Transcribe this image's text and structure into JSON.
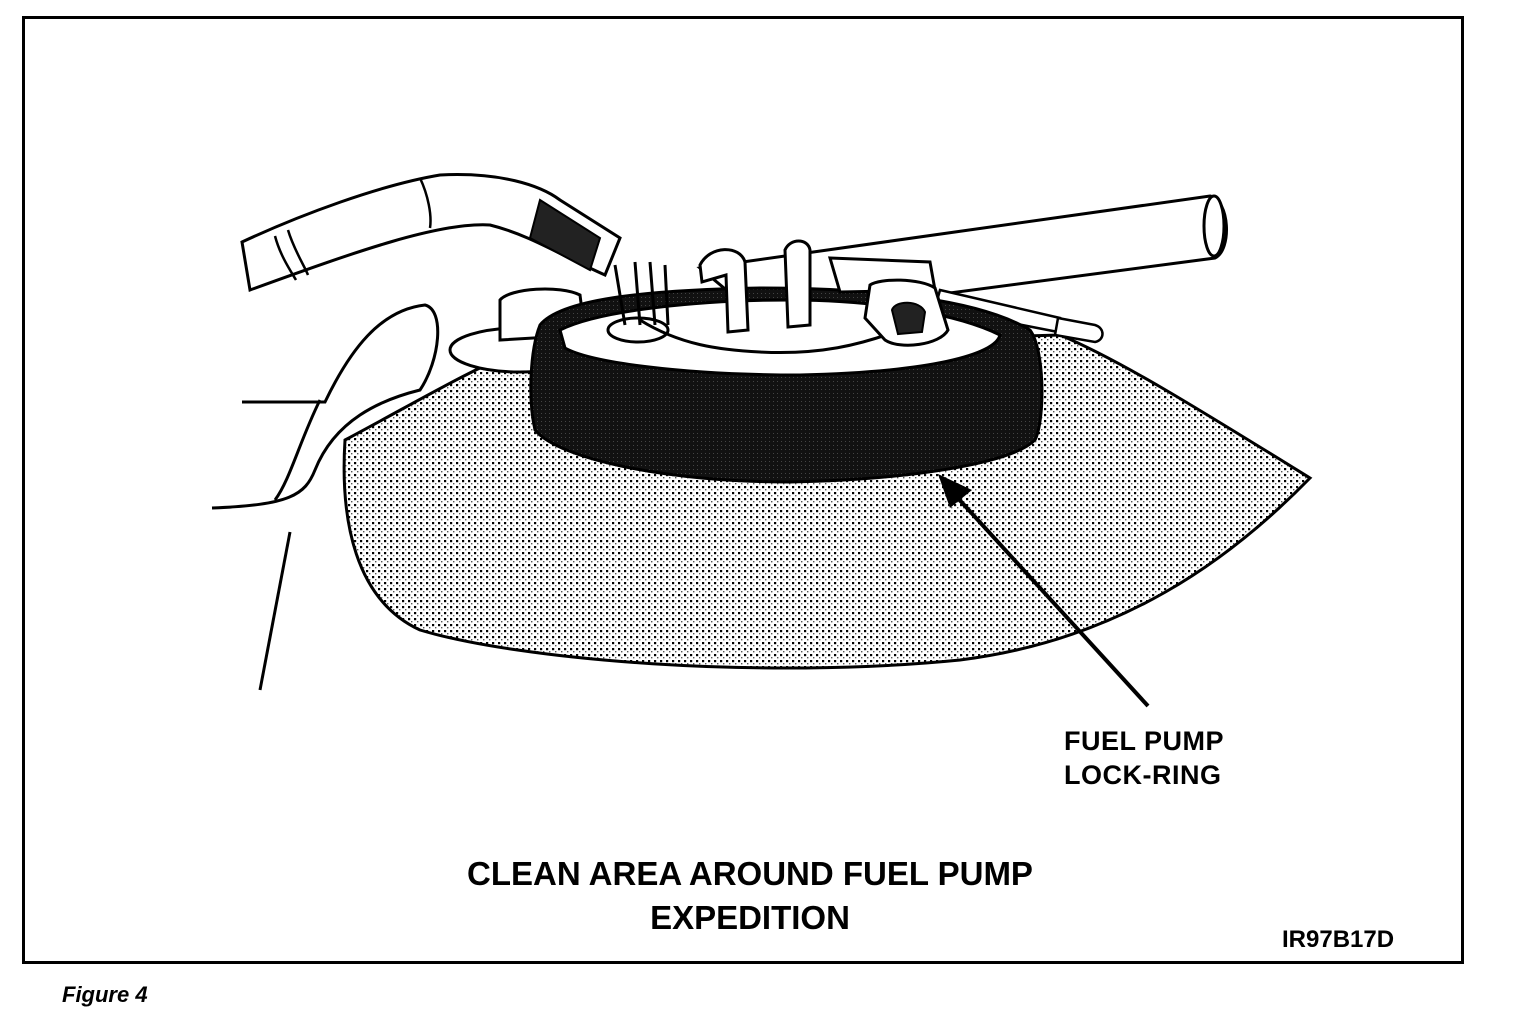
{
  "figure": {
    "callout_line1": "FUEL PUMP",
    "callout_line2": "LOCK-RING",
    "title_line1": "CLEAN AREA AROUND FUEL PUMP",
    "title_line2": "EXPEDITION",
    "code": "IR97B17D",
    "caption": "Figure 4"
  }
}
